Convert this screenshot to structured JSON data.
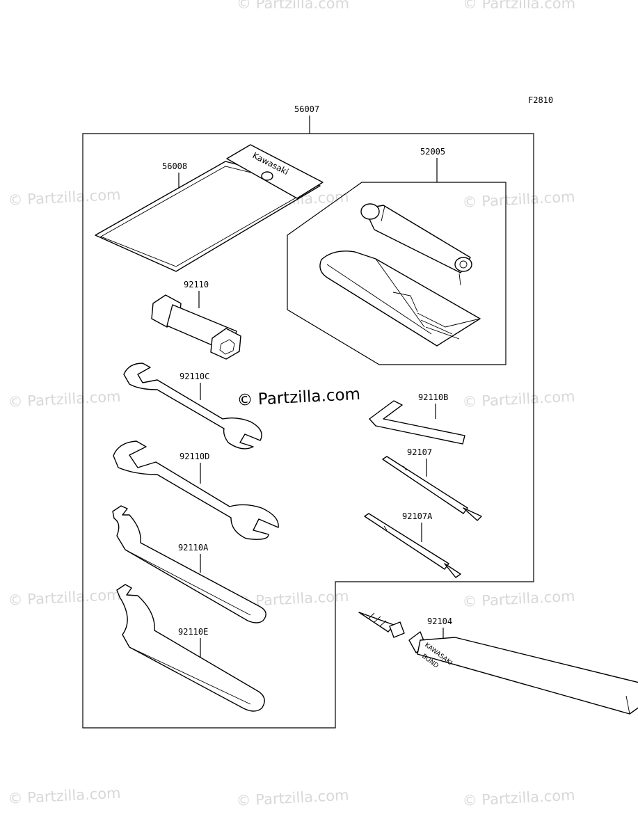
{
  "figure_code": "F2810",
  "watermark": "© Partzilla.com",
  "parts": {
    "kit": "56007",
    "pouch": "56008",
    "pouch_text": "Kawasaki",
    "spark_plug_wrench_set": "52005",
    "plug_wrench": "92110",
    "wrench_c": "92110C",
    "wrench_d": "92110D",
    "hook_wrench_a": "92110A",
    "hook_wrench_e": "92110E",
    "hex_key": "92110B",
    "screwdriver": "92107",
    "screwdriver_a": "92107A",
    "bond": "92104"
  },
  "bond_text": {
    "line1": "KAWASAKI",
    "line2": "BOND"
  }
}
